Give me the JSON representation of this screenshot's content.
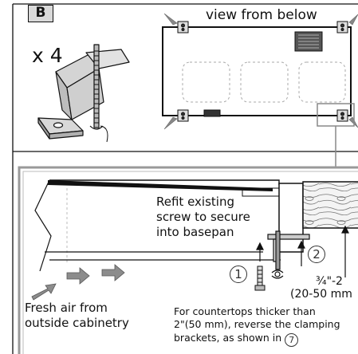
{
  "panel": {
    "badge": "B",
    "quantity": "x 4",
    "view_label": "view from below"
  },
  "detail": {
    "refit_line1": "Refit existing",
    "refit_line2": "screw to secure",
    "refit_line3": "into basepan",
    "step1": "1",
    "step2": "2",
    "thickness_line1": "¾\"-2",
    "thickness_line2": "(20-50 mm",
    "fresh_air_line1": "Fresh air from",
    "fresh_air_line2": "outside cabinetry",
    "note_line1": "For countertops thicker than",
    "note_line2": "2\"(50 mm), reverse the clamping",
    "note_line3": "brackets, as shown in",
    "note_ref": "7"
  },
  "colors": {
    "line": "#111111",
    "gray_arrow": "#888888",
    "badge_bg": "#d9d9d9",
    "dashed": "#bbbbbb"
  }
}
